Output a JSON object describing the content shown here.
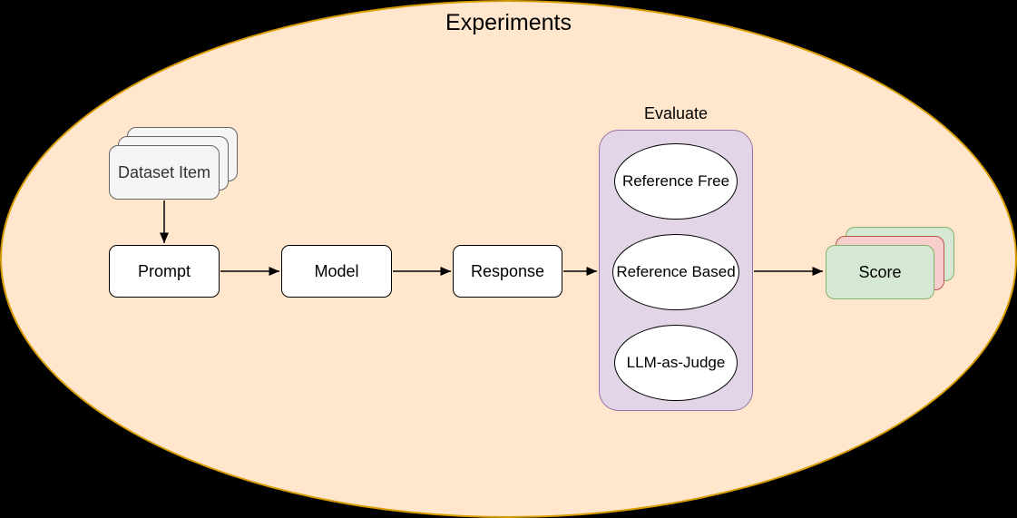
{
  "diagram": {
    "title": "Experiments",
    "nodes": {
      "dataset_item": {
        "label": "Dataset Item"
      },
      "prompt": {
        "label": "Prompt"
      },
      "model": {
        "label": "Model"
      },
      "response": {
        "label": "Response"
      },
      "evaluate": {
        "label": "Evaluate",
        "methods": [
          {
            "label": "Reference Free"
          },
          {
            "label": "Reference Based"
          },
          {
            "label": "LLM-as-Judge"
          }
        ]
      },
      "score": {
        "label": "Score"
      }
    },
    "colors": {
      "background": "#000000",
      "boundary_fill": "#FFE6CC",
      "boundary_stroke": "#D79B00",
      "dataset_fill": "#F5F5F5",
      "dataset_stroke": "#666666",
      "node_fill": "#FFFFFF",
      "node_stroke": "#000000",
      "evaluate_fill": "#E1D5E7",
      "evaluate_stroke": "#9673A6",
      "score_green_fill": "#D5E8D4",
      "score_green_stroke": "#82B366",
      "score_pink_fill": "#F8CECC",
      "score_pink_stroke": "#B85450",
      "arrow": "#000000"
    }
  }
}
